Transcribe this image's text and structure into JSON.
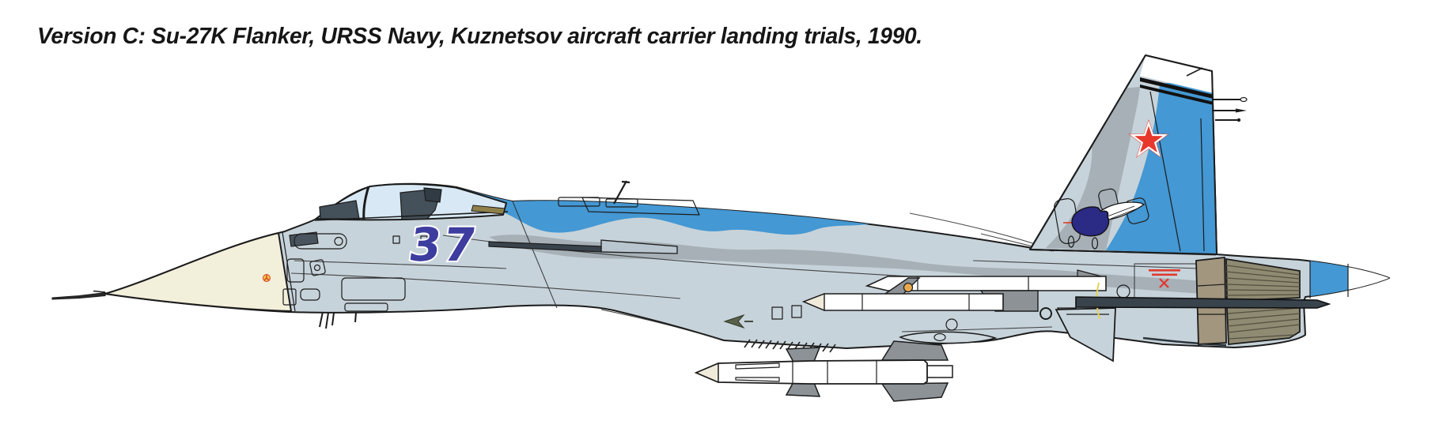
{
  "caption": "Version C: Su-27K Flanker, URSS Navy, Kuznetsov aircraft carrier landing trials, 1990.",
  "aircraft": {
    "name": "Su-27K Flanker",
    "operator": "URSS Navy",
    "scheme": "Kuznetsov aircraft carrier landing trials, 1990",
    "bort_number": "37",
    "markings": {
      "tail_star": "soviet-red-star",
      "tail_emblem": "naval-aviation-wings",
      "fin_tip": "white with two black stripes",
      "nose_dot": "red-yellow-roundel",
      "stencil": "red maintenance stencil with X"
    },
    "palette": {
      "background": "#ffffff",
      "outline": "#1c1c1c",
      "fuselage_base": "#c7d3da",
      "radome_cream": "#f2efdb",
      "camo_blue": "#4498d3",
      "camo_gray": "#a6b0b6",
      "canopy_glass": "#d8e9f5",
      "cockpit_dark": "#44505a",
      "nozzle_tan": "#a2967f",
      "nozzle_olive": "#8f8a72",
      "missile_white": "#ffffff",
      "missile_fin_gray": "#8c9296",
      "missile_tip_cream": "#efeada",
      "star_red": "#e8372b",
      "bort_blue": "#3d3c9f",
      "emblem_navy": "#2b2a85",
      "stencil_red": "#e0392e",
      "detail_yellow": "#e6d056",
      "dark_hardware": "#39434c"
    }
  }
}
